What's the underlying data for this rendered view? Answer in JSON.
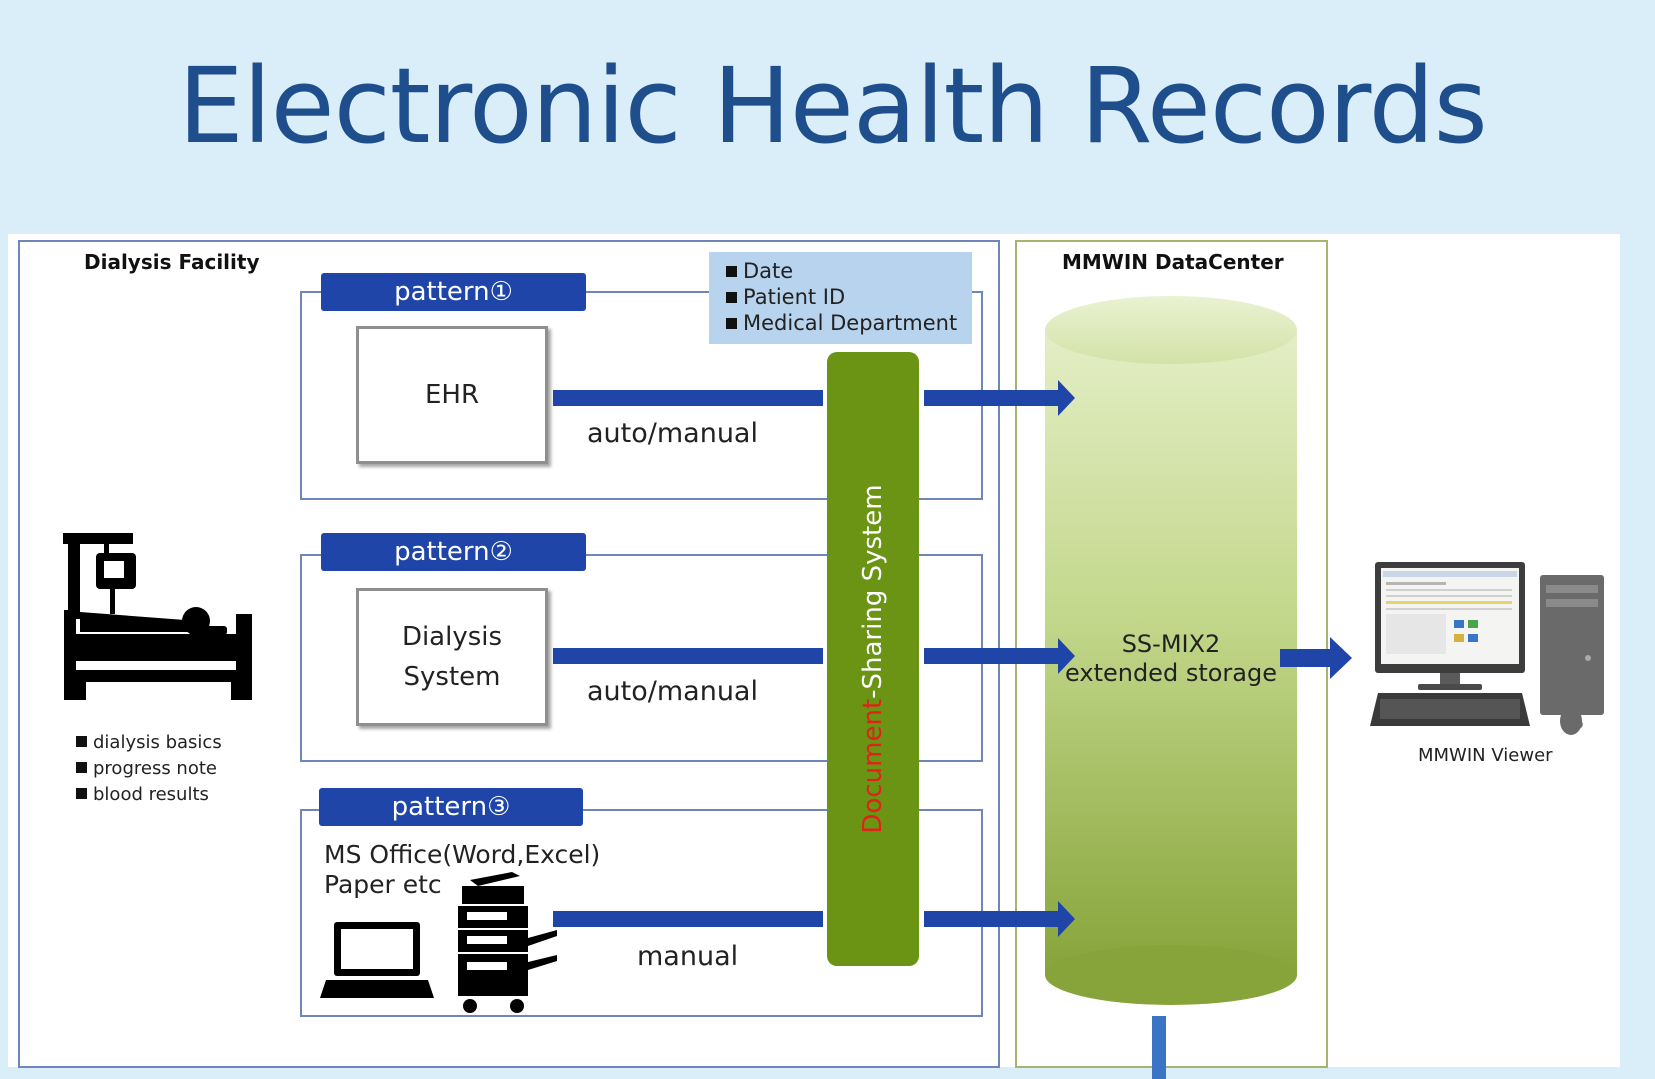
{
  "title": "Electronic Health Records",
  "facility": {
    "label": "Dialysis Facility",
    "data_items": [
      "dialysis basics",
      "progress note",
      "blood results"
    ]
  },
  "metadata_items": [
    "Date",
    "Patient ID",
    "Medical Department"
  ],
  "patterns": [
    {
      "banner": "pattern①",
      "system_lines": [
        "EHR"
      ],
      "transfer": "auto/manual"
    },
    {
      "banner": "pattern②",
      "system_lines": [
        "Dialysis",
        "System"
      ],
      "transfer": "auto/manual"
    },
    {
      "banner": "pattern③",
      "source_lines": [
        "MS Office(Word,Excel)",
        "Paper etc"
      ],
      "transfer": "manual"
    }
  ],
  "sharing_system": {
    "label_highlight": "Document",
    "label_rest": "-Sharing System"
  },
  "datacenter": {
    "label": "MMWIN DataCenter",
    "storage_lines": [
      "SS-MIX2",
      "extended storage"
    ]
  },
  "viewer": {
    "label": "MMWIN Viewer"
  },
  "colors": {
    "title": "#1f4e8c",
    "arrow": "#1f45a8",
    "sharing_bar": "#6b9414",
    "sharing_highlight": "#e0231a",
    "cylinder_top": "#d8e6b0",
    "cylinder_bottom": "#8aa83c",
    "metadata_bg": "#b8d3ee"
  },
  "icons": [
    "hospital-bed-icon",
    "laptop-icon",
    "printer-icon",
    "desktop-computer-icon"
  ]
}
